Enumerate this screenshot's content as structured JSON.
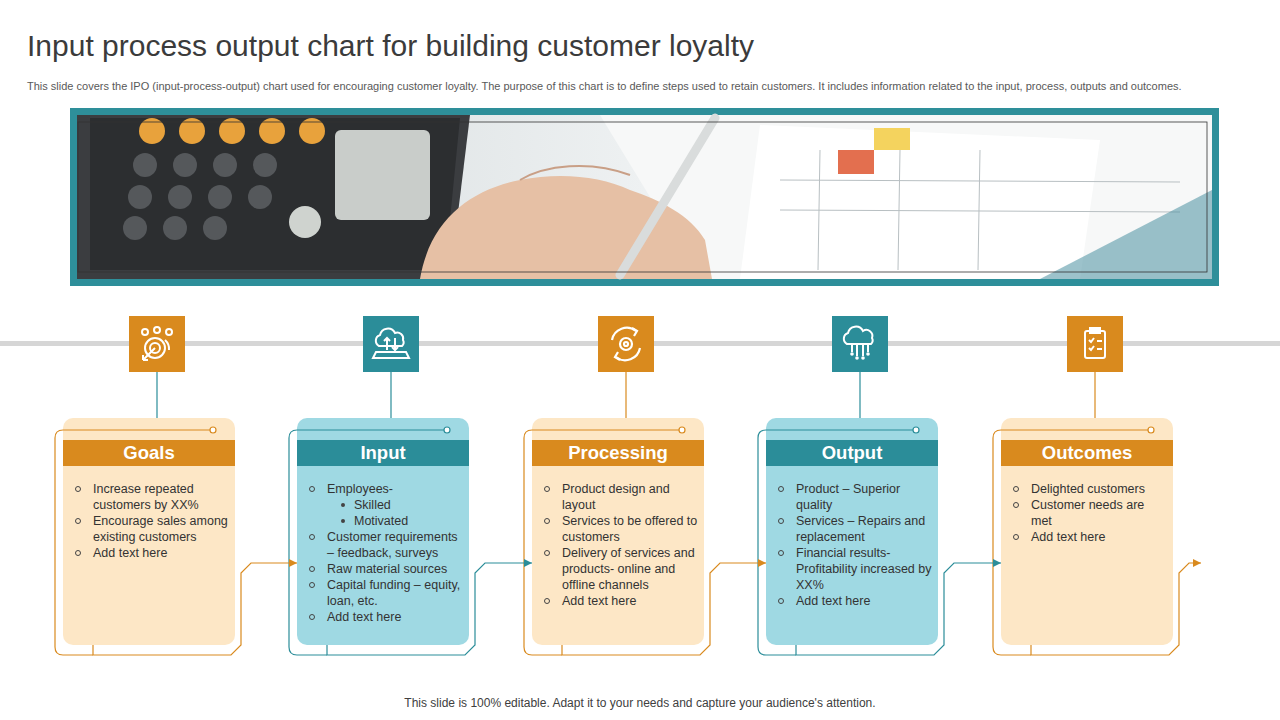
{
  "diagram": {
    "title": "Input process output chart for building customer loyalty",
    "caption": "This slide is 100% editable. Adapt it to your needs and capture your audience's attention.",
    "nodes": [
      {
        "text": [
          "Goals",
          "Increase repeated customers by XX%",
          "Encourage sales among existing customers",
          "Add text here"
        ]
      },
      {
        "text": [
          "Input",
          "Employees-",
          "Skilled",
          "Motivated",
          "Customer requirements – feedback, surveys",
          "Raw material sources",
          "Capital funding – equity, loan, etc.",
          "Add text here"
        ]
      },
      {
        "text": [
          "Processing",
          "Product design and layout",
          "Services to be offered to customers",
          "Delivery of services and products- online and offline channels",
          "Add text here"
        ]
      },
      {
        "text": [
          "Output",
          "Product – Superior quality",
          "Services – Repairs and replacement",
          "Financial results- Profitability increased by XX%",
          "Add text here"
        ]
      },
      {
        "text": [
          "Outcomes",
          "Delighted customers",
          "Customer needs are met",
          "Add text here"
        ]
      }
    ],
    "edges": [
      {
        "from": 0,
        "to": 1,
        "arrow": "to"
      },
      {
        "from": 1,
        "to": 2,
        "arrow": "to"
      },
      {
        "from": 2,
        "to": 3,
        "arrow": "to"
      },
      {
        "from": 3,
        "to": 4,
        "arrow": "to"
      }
    ],
    "labels": [
      "This slide covers the IPO (input-process-output) chart used for encouraging customer loyalty. The purpose of this chart is to define steps used to retain customers. It includes information related to the input, process, outputs and outcomes."
    ]
  }
}
